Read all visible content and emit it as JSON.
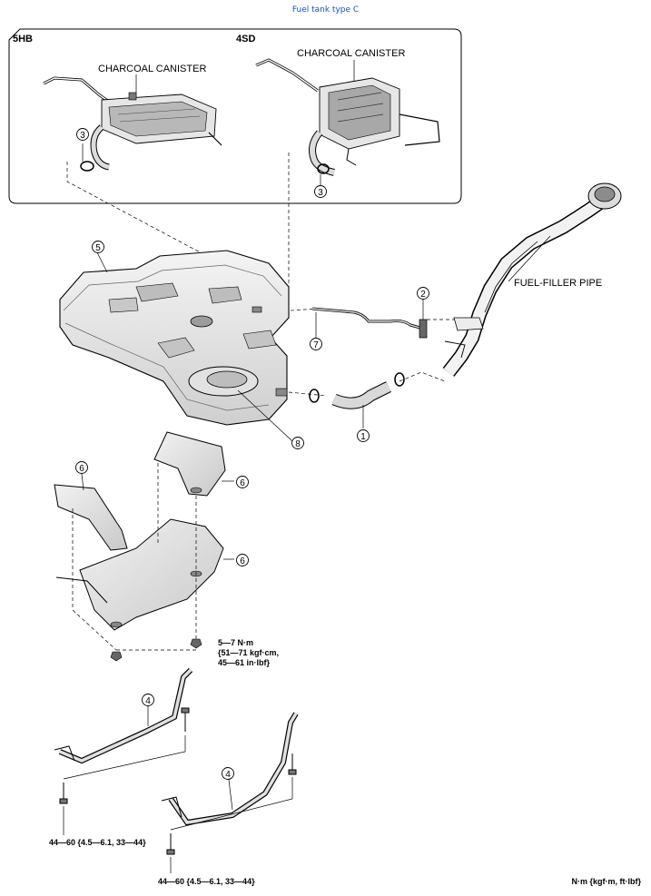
{
  "title": "Fuel tank type C",
  "inset": {
    "variant_5hb": "5HB",
    "variant_4sd": "4SD",
    "canister_label_5hb": "CHARCOAL CANISTER",
    "canister_label_4sd": "CHARCOAL CANISTER"
  },
  "labels": {
    "fuel_filler_pipe": "FUEL-FILLER PIPE"
  },
  "callouts": {
    "c1": "1",
    "c2": "2",
    "c3a": "3",
    "c3b": "3",
    "c4a": "4",
    "c4b": "4",
    "c5": "5",
    "c6a": "6",
    "c6b": "6",
    "c6c": "6",
    "c7": "7",
    "c8": "8"
  },
  "torque": {
    "nut_line1": "5—7 N·m",
    "nut_line2": "{51—71 kgf·cm,",
    "nut_line3": "45—61 in·lbf}",
    "strap1": "44—60 {4.5—6.1, 33—44}",
    "strap2": "44—60 {4.5—6.1, 33—44}",
    "units": "N·m {kgf·m, ft·lbf}"
  },
  "colors": {
    "title": "#1a4fb8",
    "line": "#000000",
    "part_fill": "#e9e9e9",
    "part_dark": "#9a9a9a"
  }
}
